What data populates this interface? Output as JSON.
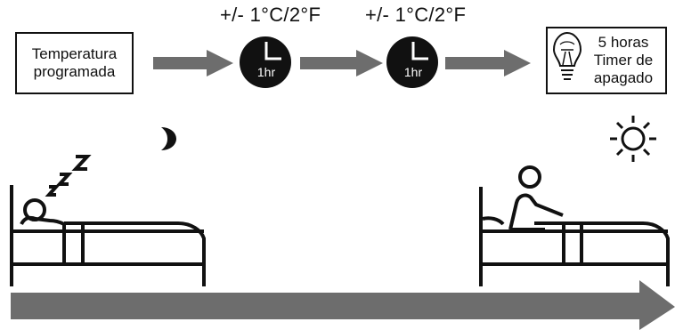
{
  "flow": {
    "start_label_line1": "Temperatura",
    "start_label_line2": "programada",
    "steps": [
      {
        "temp_change": "+/- 1°C/2°F",
        "clock_label": "1hr"
      },
      {
        "temp_change": "+/- 1°C/2°F",
        "clock_label": "1hr"
      }
    ],
    "end_label_line1": "5 horas",
    "end_label_line2": "Timer de",
    "end_label_line3": "apagado"
  },
  "icons": {
    "night": "moon-icon",
    "day": "sun-icon",
    "sleep": "zzz-icon",
    "bed_sleeping": "sleeping-person-bed-icon",
    "bed_awake": "awake-person-bed-icon",
    "bulb": "lightbulb-icon",
    "clock": "clock-icon"
  },
  "colors": {
    "arrow": "#6d6d6d",
    "ink": "#111111"
  }
}
